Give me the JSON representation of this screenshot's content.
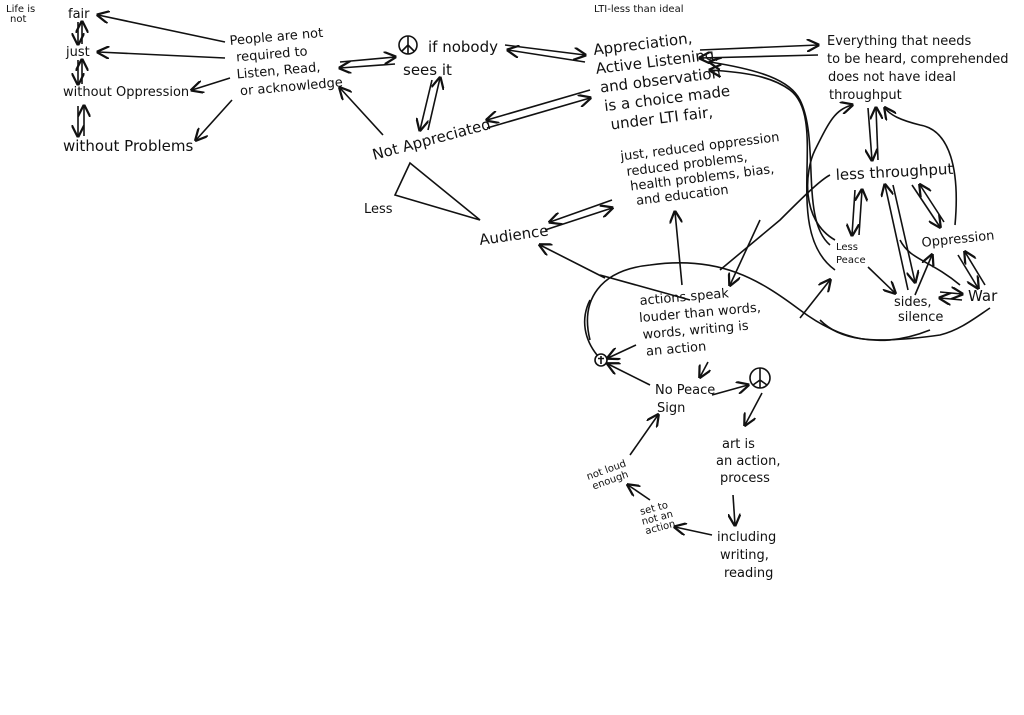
{
  "header": {
    "life_is_not": [
      "Life is",
      "not"
    ],
    "legend": "LTI-less than ideal"
  },
  "left": {
    "fair": "fair",
    "just": "just",
    "without_oppression": "without Oppression",
    "without_problems": "without Problems"
  },
  "people": [
    "People are not",
    "required to",
    "Listen, Read,",
    "or acknowledge"
  ],
  "if_nobody": [
    "if nobody",
    "sees it"
  ],
  "not_appreciated": "Not Appreciated",
  "less": "Less",
  "audience": "Audience",
  "appreciation": [
    "Appreciation,",
    "Active Listening,",
    "and observation",
    "is a choice made",
    "under LTI fair,",
    "just, reduced oppression",
    "reduced problems,",
    "health problems, bias,",
    "and education"
  ],
  "everything": [
    "Everything that needs",
    "to be heard, comprehended",
    "does not have ideal",
    "throughput"
  ],
  "less_throughput": "less throughput",
  "less_peace": [
    "Less",
    "Peace"
  ],
  "oppression": "Oppression",
  "sides": [
    "sides,",
    "silence"
  ],
  "war": "War",
  "actions": [
    "actions speak",
    "louder than words,",
    "words, writing is",
    "an action"
  ],
  "no_peace": [
    "No Peace",
    "Sign"
  ],
  "art": [
    "art is",
    "an action,",
    "process"
  ],
  "including": [
    "including",
    "writing,",
    "reading"
  ],
  "not_loud": [
    "not loud",
    "enough"
  ],
  "set_to": [
    "set to",
    "not an",
    "action"
  ],
  "icons": [
    "peace-sign-icon",
    "peace-sign-icon",
    "cross-circle-icon"
  ]
}
